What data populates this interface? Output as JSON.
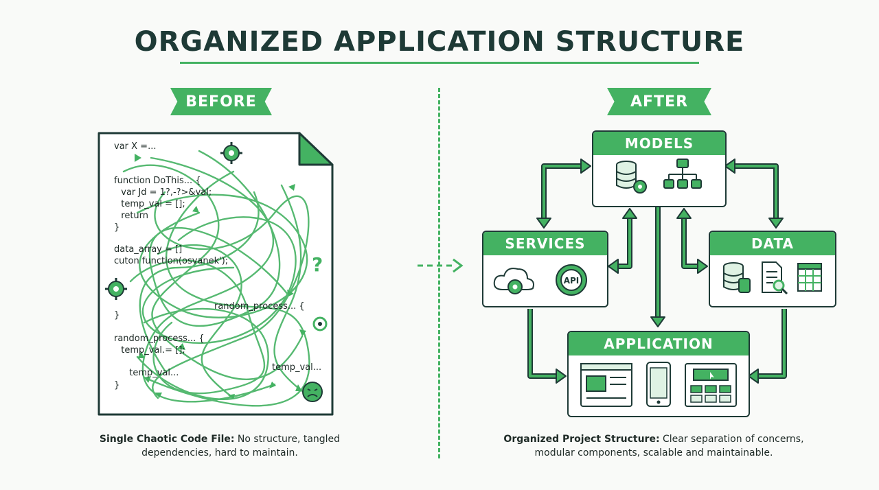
{
  "title": "ORGANIZED APPLICATION STRUCTURE",
  "before": {
    "label": "BEFORE",
    "code_lines": [
      "var X =...",
      "function DoThis... {",
      "  var Jd = 1?,-?>&val;",
      "  temp_val = [];",
      "  return",
      "}",
      "data_array = []",
      "cuton function(osvanek');",
      "random_process... {",
      "}",
      "random_process... {",
      "  temp_val.= [];",
      "  temp_val...",
      "}",
      "temp_val..."
    ],
    "caption_bold": "Single Chaotic Code File:",
    "caption_rest": " No structure, tangled dependencies, hard to maintain."
  },
  "after": {
    "label": "AFTER",
    "modules": {
      "models": "MODELS",
      "services": "SERVICES",
      "data": "DATA",
      "application": "APPLICATION"
    },
    "api_label": "API",
    "caption_bold": "Organized Project Structure:",
    "caption_rest": " Clear separation of concerns, modular components, scalable and maintainable."
  },
  "colors": {
    "accent": "#44b262",
    "ink": "#1e3a36",
    "light": "#dff2e4"
  }
}
